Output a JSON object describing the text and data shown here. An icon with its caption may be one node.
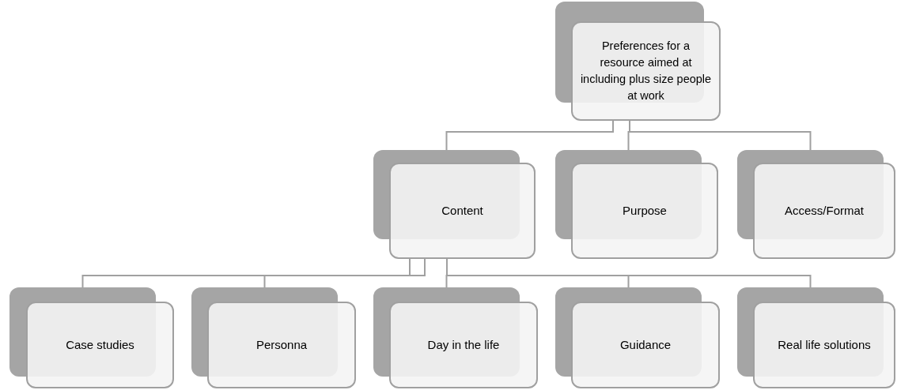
{
  "diagram": {
    "nodes": [
      {
        "text": [
          "Preferences for  a resource aimed at including plus size people at work"
        ]
      },
      {
        "text": [
          "Content"
        ]
      },
      {
        "text": [
          "Purpose"
        ]
      },
      {
        "text": [
          "Access/Format"
        ]
      },
      {
        "text": [
          "Case studies"
        ]
      },
      {
        "text": [
          "Personna"
        ]
      },
      {
        "text": [
          "Day in the life"
        ]
      },
      {
        "text": [
          "Guidance"
        ]
      },
      {
        "text": [
          "Real life solutions"
        ]
      }
    ],
    "edges": [
      {
        "from": 0,
        "to": 1,
        "arrow": "none"
      },
      {
        "from": 0,
        "to": 2,
        "arrow": "none"
      },
      {
        "from": 0,
        "to": 3,
        "arrow": "none"
      },
      {
        "from": 1,
        "to": 4,
        "arrow": "none"
      },
      {
        "from": 1,
        "to": 5,
        "arrow": "none"
      },
      {
        "from": 1,
        "to": 6,
        "arrow": "none"
      },
      {
        "from": 1,
        "to": 7,
        "arrow": "none"
      },
      {
        "from": 1,
        "to": 8,
        "arrow": "none"
      }
    ]
  }
}
